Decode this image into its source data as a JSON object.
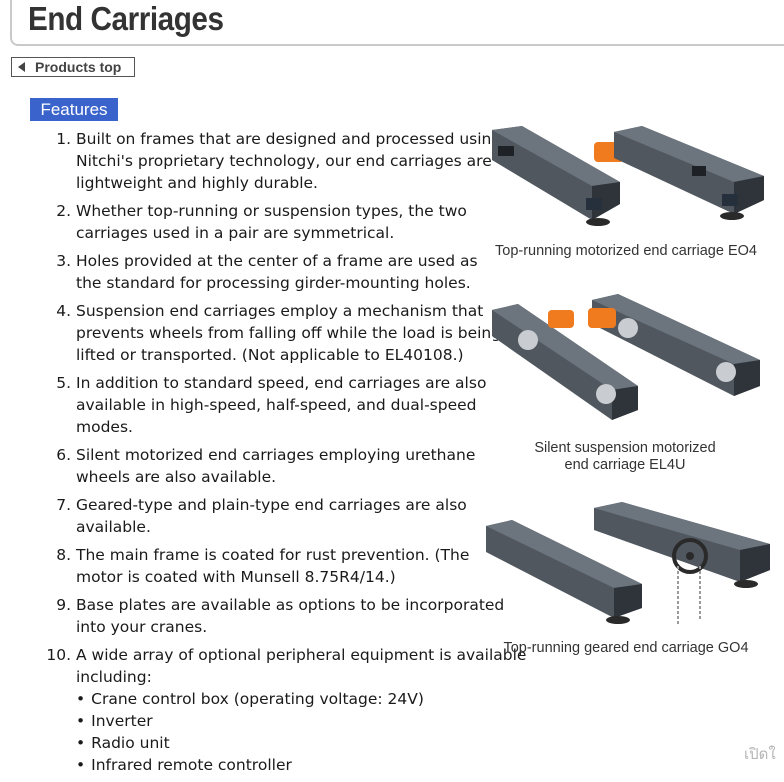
{
  "page": {
    "title": "End Carriages",
    "back_link": "Products top",
    "section_badge": "Features"
  },
  "features": [
    "Built on frames that are designed and processed using Nitchi's proprietary technology, our end carriages are lightweight and highly durable.",
    "Whether top-running or suspension types, the two carriages used in a pair are symmetrical.",
    "Holes provided at the center of a frame are used as the standard for processing girder-mounting holes.",
    "Suspension end carriages employ a mechanism that prevents wheels from falling off while the load is being lifted or transported. (Not applicable to EL40108.)",
    "In addition to standard speed, end carriages are also available in high-speed, half-speed, and dual-speed modes.",
    "Silent motorized end carriages employing urethane wheels are also available.",
    "Geared-type and plain-type end carriages are also available.",
    "The main frame is coated for rust prevention. (The motor is coated with Munsell 8.75R4/14.)",
    "Base plates are available as options to be incorporated into your cranes.",
    "A wide array of optional peripheral equipment is available including:"
  ],
  "options": [
    "Crane control box (operating voltage: 24V)",
    "Inverter",
    "Radio unit",
    "Infrared remote controller"
  ],
  "products": [
    {
      "caption": "Top-running motorized end carriage EO4"
    },
    {
      "caption_line1": "Silent suspension motorized",
      "caption_line2": "end carriage EL4U"
    },
    {
      "caption": "Top-running geared end carriage GO4"
    }
  ],
  "watermark": "เปิดใ",
  "colors": {
    "badge": "#3a63cc",
    "frame": "#3f454c",
    "motor": "#f07a1e"
  }
}
